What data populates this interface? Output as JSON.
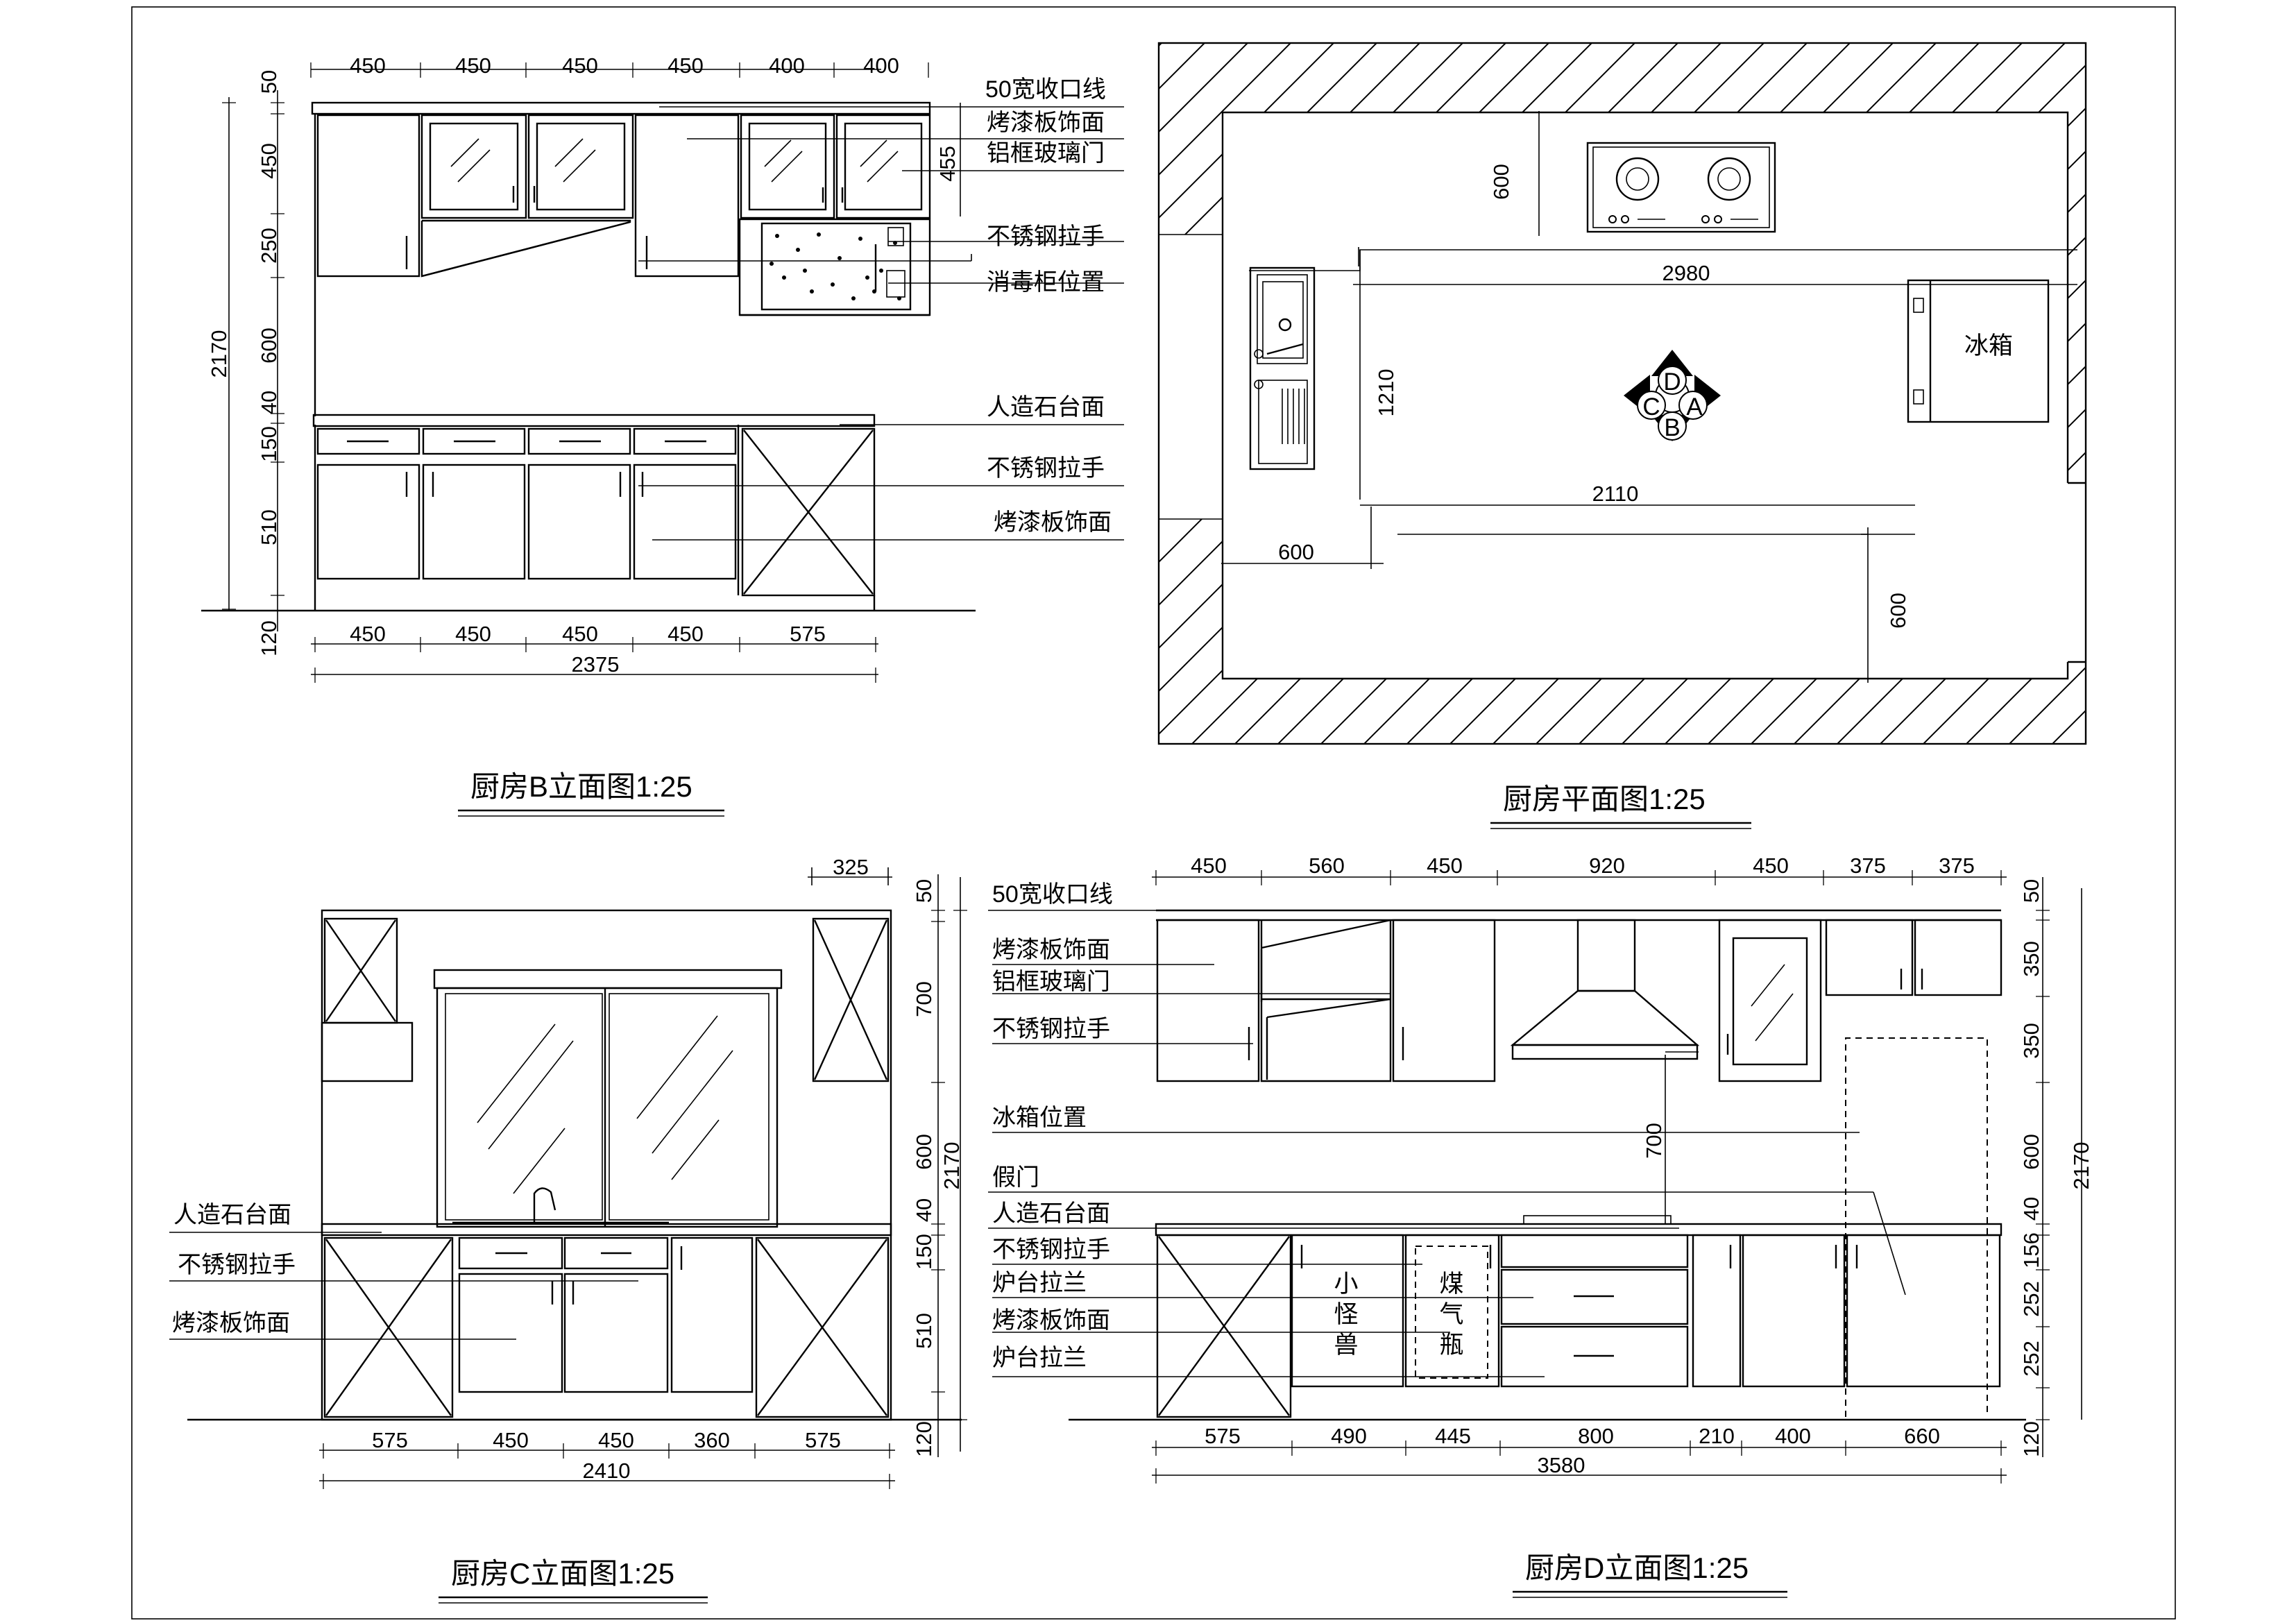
{
  "sheet": {
    "title": ""
  },
  "elevation_b": {
    "title": "厨房B立面图1:25",
    "top_dims": [
      "450",
      "450",
      "450",
      "450",
      "400",
      "400"
    ],
    "left_dims": [
      "50",
      "450",
      "250",
      "600",
      "40",
      "150",
      "510",
      "120"
    ],
    "total_height": "2170",
    "bottom_dims": [
      "450",
      "450",
      "450",
      "450",
      "575"
    ],
    "total_width": "2375",
    "notes": [
      "50宽收口线",
      "烤漆板饰面",
      "铝框玻璃门",
      "不锈钢拉手",
      "消毒柜位置",
      "人造石台面",
      "不锈钢拉手",
      "烤漆板饰面"
    ],
    "side_dim": "455"
  },
  "plan": {
    "title": "厨房平面图1:25",
    "dims": {
      "hob_depth": "600",
      "width_total": "2980",
      "sink_len": "1210",
      "inner_len": "2110",
      "left_depth": "600",
      "right_depth": "600"
    },
    "fridge_label": "冰箱",
    "compass": [
      "D",
      "C",
      "A",
      "B"
    ]
  },
  "elevation_c": {
    "title": "厨房C立面图1:25",
    "top_dim": "325",
    "right_dims": [
      "50",
      "700",
      "600",
      "40",
      "150",
      "510",
      "120"
    ],
    "total_height": "2170",
    "bottom_dims": [
      "575",
      "450",
      "450",
      "360",
      "575"
    ],
    "total_width": "2410",
    "notes": [
      "人造石台面",
      "不锈钢拉手",
      "烤漆板饰面"
    ]
  },
  "elevation_d": {
    "title": "厨房D立面图1:25",
    "top_dims": [
      "450",
      "560",
      "450",
      "920",
      "450",
      "375",
      "375"
    ],
    "right_dims": [
      "50",
      "350",
      "350",
      "600",
      "40",
      "156",
      "252",
      "252",
      "120"
    ],
    "total_height": "2170",
    "bottom_dims": [
      "575",
      "490",
      "445",
      "800",
      "210",
      "400",
      "660"
    ],
    "total_width": "3580",
    "hood_dim": "700",
    "notes": [
      "50宽收口线",
      "烤漆板饰面",
      "铝框玻璃门",
      "不锈钢拉手",
      "冰箱位置",
      "假门",
      "人造石台面",
      "不锈钢拉手",
      "炉台拉兰",
      "烤漆板饰面",
      "炉台拉兰"
    ],
    "cabinet_text_1": [
      "小",
      "怪",
      "兽"
    ],
    "cabinet_text_2": [
      "煤",
      "气",
      "瓶"
    ]
  }
}
